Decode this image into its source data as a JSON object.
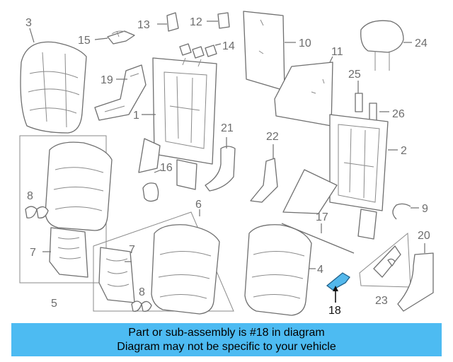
{
  "diagram": {
    "callouts": {
      "c1": "1",
      "c2": "2",
      "c3": "3",
      "c4": "4",
      "c5": "5",
      "c6": "6",
      "c7a": "7",
      "c7b": "7",
      "c8a": "8",
      "c8b": "8",
      "c9": "9",
      "c10": "10",
      "c11": "11",
      "c12": "12",
      "c13": "13",
      "c14": "14",
      "c15": "15",
      "c16": "16",
      "c17": "17",
      "c18": "18",
      "c19": "19",
      "c20": "20",
      "c21": "21",
      "c22": "22",
      "c23": "23",
      "c24": "24",
      "c25": "25",
      "c26": "26"
    },
    "highlighted_part": "18",
    "highlight_color": "#53b8ec"
  },
  "banner": {
    "line1": "Part or sub-assembly is #18 in diagram",
    "line2": "Diagram may not be specific to your vehicle",
    "background": "#4dbbf2"
  }
}
